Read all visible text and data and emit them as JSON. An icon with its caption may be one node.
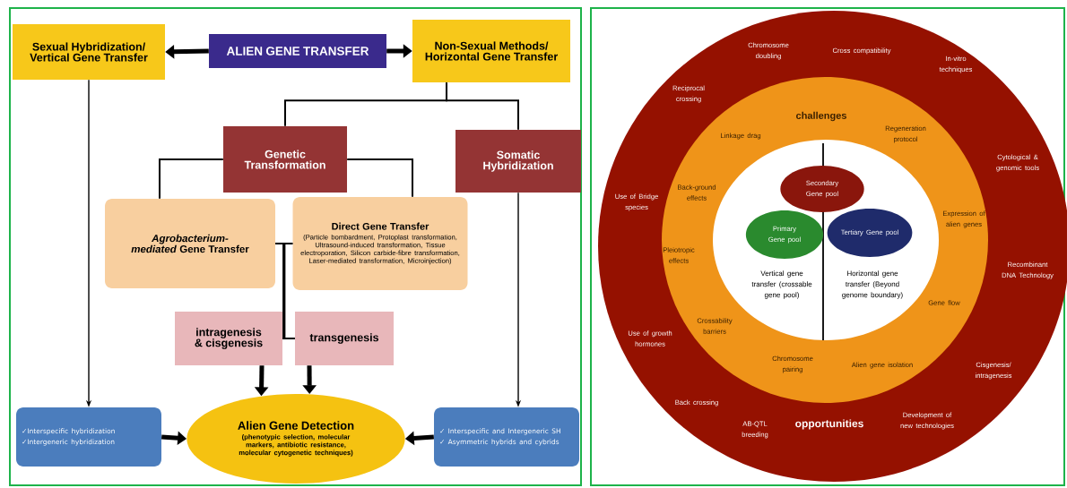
{
  "diagram": {
    "nodes": [
      {
        "text": [
          "Sexual Hybridization/ Vertical Gene Transfer"
        ]
      },
      {
        "text": [
          "ALIEN GENE TRANSFER"
        ]
      },
      {
        "text": [
          "Non-Sexual Methods/ Horizontal Gene Transfer"
        ]
      },
      {
        "text": [
          "Genetic Transformation"
        ]
      },
      {
        "text": [
          "Somatic Hybridization"
        ]
      },
      {
        "text": [
          "*Agrobacterium-mediated* Gene Transfer"
        ]
      },
      {
        "text": [
          "Direct Gene Transfer",
          "(Particle bombardment, Protoplast transformation, Ultrasound-induced transformation, Tissue electroporation, Silicon carbide-fibre transformation, Laser-mediated transformation, Microinjection)"
        ]
      },
      {
        "text": [
          "intragenesis & cisgenesis"
        ]
      },
      {
        "text": [
          "transgenesis"
        ]
      },
      {
        "text": [
          "✓Interspecific hybridization",
          "✓Intergeneric hybridization"
        ]
      },
      {
        "text": [
          "Alien Gene Detection",
          "(phenotypic selection, molecular markers, antibiotic resistance, molecular cytogenetic techniques)"
        ]
      },
      {
        "text": [
          "✓ Interspecific and Intergeneric SH",
          "✓ Asymmetric hybrids and cybrids"
        ]
      },
      {
        "text": [
          "Chromosome doubling",
          "Cross compatibility",
          "In-vitro techniques",
          "Reciprocal crossing",
          "Cytological & genomic tools",
          "Use of Bridge species",
          "Recombinant DNA Technology",
          "Use of growth hormones",
          "Cisgenesis/ intragenesis",
          "Back crossing",
          "AB-QTL breeding",
          "opportunities",
          "Development of new technologies"
        ]
      },
      {
        "text": [
          "challenges",
          "Linkage drag",
          "Regeneration protocol",
          "Back-ground effects",
          "Expression of alien genes",
          "Pleiotropic effects",
          "Gene flow",
          "Crossability barriers",
          "Chromosome pairing",
          "Alien gene isolation"
        ],
        "in": 12
      },
      {
        "text": [
          "Vertical gene transfer (crossable gene pool)",
          "Horizontal gene transfer (Beyond genome boundary)"
        ],
        "in": 13
      },
      {
        "text": [
          "Secondary Gene pool"
        ],
        "in": 14
      },
      {
        "text": [
          "Primary Gene pool"
        ],
        "in": 14
      },
      {
        "text": [
          "Tertiary Gene pool"
        ],
        "in": 14
      }
    ],
    "edges": [
      {
        "from": 1,
        "to": 0,
        "arrow": "to",
        "style": "thick"
      },
      {
        "from": 1,
        "to": 2,
        "arrow": "to",
        "style": "thick"
      },
      {
        "from": 2,
        "to": 3,
        "arrow": "none"
      },
      {
        "from": 2,
        "to": 4,
        "arrow": "none"
      },
      {
        "from": 3,
        "to": 5,
        "arrow": "none"
      },
      {
        "from": 3,
        "to": 6,
        "arrow": "none"
      },
      {
        "from": 5,
        "to": 7,
        "arrow": "none"
      },
      {
        "from": 5,
        "to": 8,
        "arrow": "none"
      },
      {
        "from": 6,
        "to": 7,
        "arrow": "none"
      },
      {
        "from": 6,
        "to": 8,
        "arrow": "none"
      },
      {
        "from": 0,
        "to": 9,
        "arrow": "to"
      },
      {
        "from": 4,
        "to": 11,
        "arrow": "to"
      },
      {
        "from": 7,
        "to": 10,
        "arrow": "to",
        "style": "thick"
      },
      {
        "from": 8,
        "to": 10,
        "arrow": "to",
        "style": "thick"
      },
      {
        "from": 9,
        "to": 10,
        "arrow": "to",
        "style": "thick"
      },
      {
        "from": 11,
        "to": 10,
        "arrow": "to",
        "style": "thick"
      }
    ]
  }
}
